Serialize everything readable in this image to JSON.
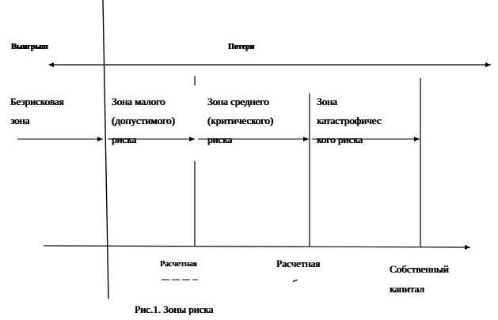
{
  "labels": {
    "gain": "Выигрыш",
    "losses": "Потери"
  },
  "zones": [
    "Безрисковая\nзона",
    "Зона малого\n(допустимого)\nриска",
    "Зона среднего\n(критического)\nриска",
    "Зона\nкатастрофичес\nкого риска"
  ],
  "bottom_labels": [
    "Расчетная\nвыручка",
    "Расчетная\nприбыль",
    "Собственный\nкапитал"
  ],
  "caption": "Рис.1. Зоны риска"
}
